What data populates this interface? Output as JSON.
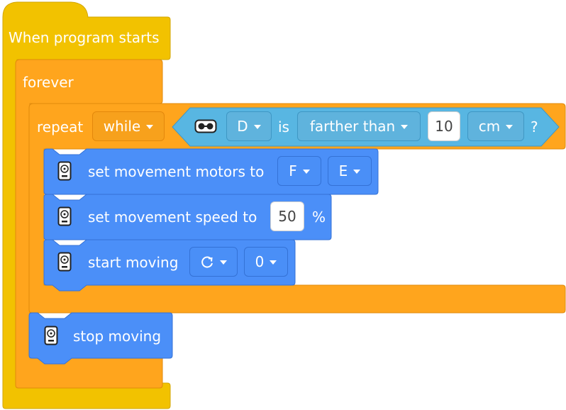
{
  "colors": {
    "events": "#f2c200",
    "control": "#ffa51d",
    "sensor": "#58b6e2",
    "movement": "#4b8ff8"
  },
  "hat": {
    "label": "When program starts"
  },
  "forever": {
    "label": "forever"
  },
  "repeat": {
    "label": "repeat",
    "mode": "while",
    "condition": {
      "sensor_icon": "distance-sensor-icon",
      "port": "D",
      "is_label": "is",
      "comparison": "farther than",
      "value": "10",
      "unit": "cm",
      "question": "?"
    }
  },
  "body_blocks": [
    {
      "icon": "movement-icon",
      "label": "set movement motors to",
      "left_port": "F",
      "right_port": "E"
    },
    {
      "icon": "movement-icon",
      "label": "set movement speed to",
      "value": "50",
      "unit": "%"
    },
    {
      "icon": "movement-icon",
      "label": "start moving",
      "direction_icon": "rotate-clockwise-icon",
      "value": "0"
    }
  ],
  "after_loop": {
    "icon": "movement-icon",
    "label": "stop moving"
  }
}
